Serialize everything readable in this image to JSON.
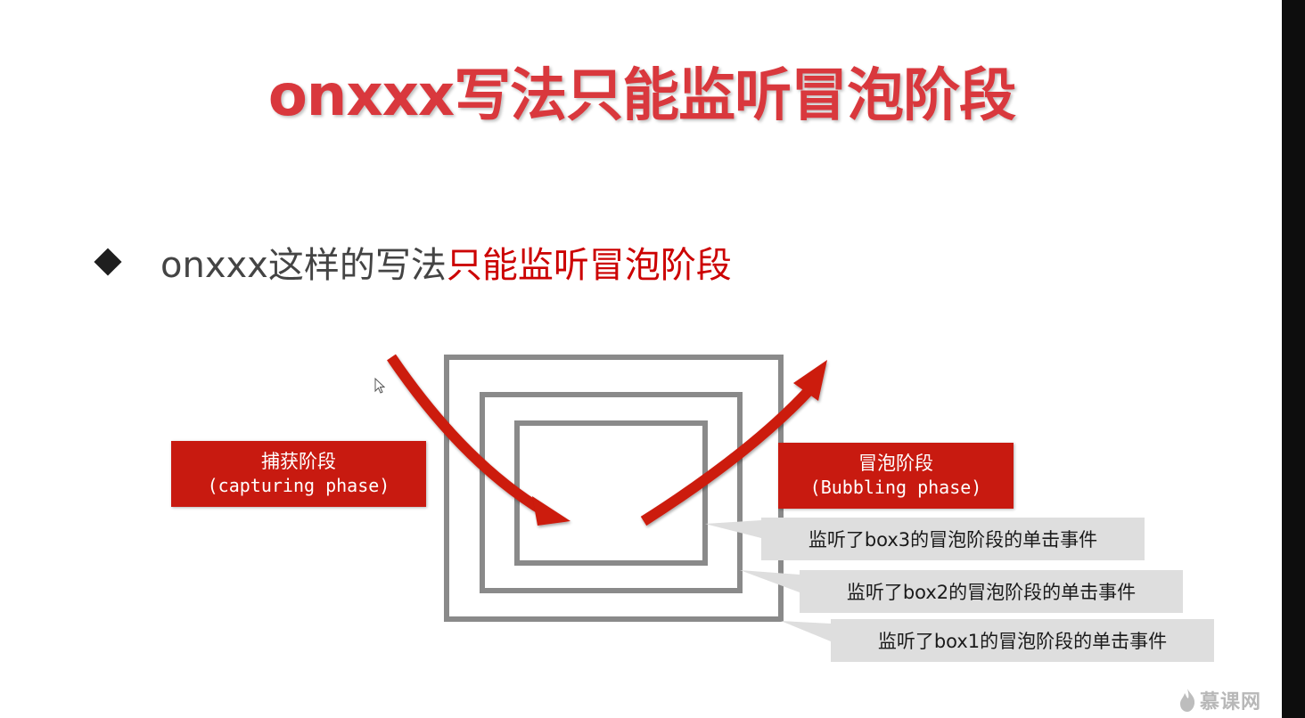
{
  "slide": {
    "title": "onxxx写法只能监听冒泡阶段",
    "bullet": {
      "prefix": "onxxx这样的写法",
      "highlight": "只能监听冒泡阶段"
    }
  },
  "diagram": {
    "capture_label": {
      "cn": "捕获阶段",
      "en": "(capturing phase)"
    },
    "bubble_label": {
      "cn": "冒泡阶段",
      "en": "(Bubbling phase)"
    },
    "callouts": {
      "box3": "监听了box3的冒泡阶段的单击事件",
      "box2": "监听了box2的冒泡阶段的单击事件",
      "box1": "监听了box1的冒泡阶段的单击事件"
    }
  },
  "watermark": {
    "text": "慕课网",
    "icon": "flame-logo-icon"
  },
  "colors": {
    "title_red": "#d9383d",
    "accent_red": "#c81a10",
    "highlight_red": "#cc0000",
    "box_gray": "#8a8a8a",
    "callout_gray": "#dedede"
  }
}
